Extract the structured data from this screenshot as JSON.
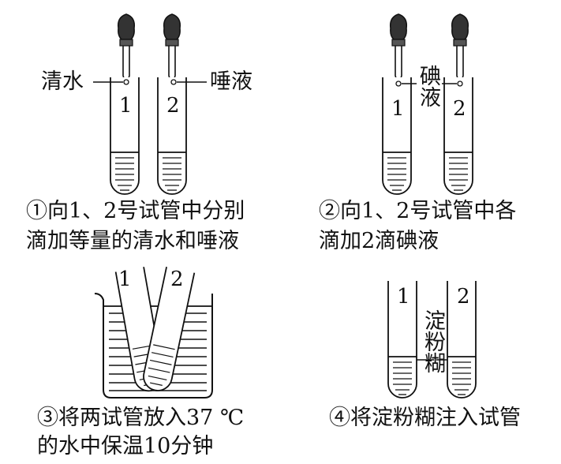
{
  "step1": {
    "label_left": "清水",
    "label_right": "唾液",
    "tube_1": "1",
    "tube_2": "2",
    "caption_line1": "①向1、2号试管中分别",
    "caption_line2": "滴加等量的清水和唾液"
  },
  "step2": {
    "label": "碘液",
    "tube_1": "1",
    "tube_2": "2",
    "caption_line1": "②向1、2号试管中各",
    "caption_line2": "滴加2滴碘液"
  },
  "step3": {
    "tube_1": "1",
    "tube_2": "2",
    "caption_line1": "③将两试管放入37 ℃",
    "caption_line2": "的水中保温10分钟"
  },
  "step4": {
    "label": "淀粉糊",
    "tube_1": "1",
    "tube_2": "2",
    "caption_line1": "④将淀粉糊注入试管"
  }
}
